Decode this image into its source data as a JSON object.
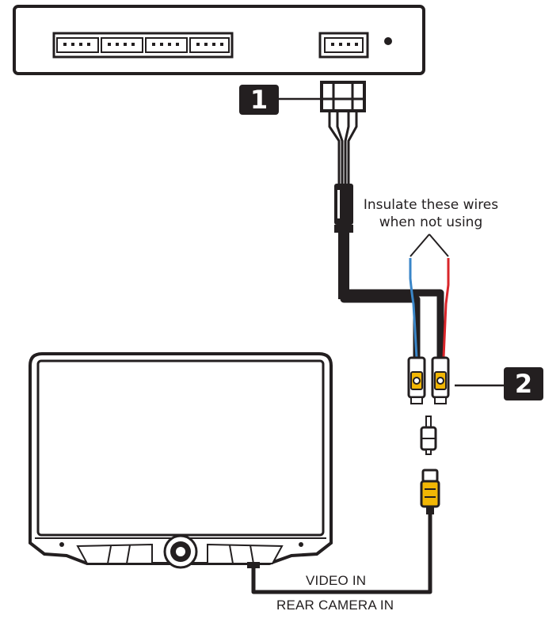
{
  "callouts": {
    "one": "1",
    "two": "2"
  },
  "note": {
    "line1": "Insulate these wires",
    "line2": "when not using"
  },
  "labels": {
    "video_in": "VIDEO IN",
    "rear_camera_in": "REAR CAMERA IN"
  },
  "colors": {
    "outline": "#231f20",
    "connector_yellow": "#f2b705",
    "wire_blue": "#3a86c8",
    "wire_red": "#d9252a"
  }
}
